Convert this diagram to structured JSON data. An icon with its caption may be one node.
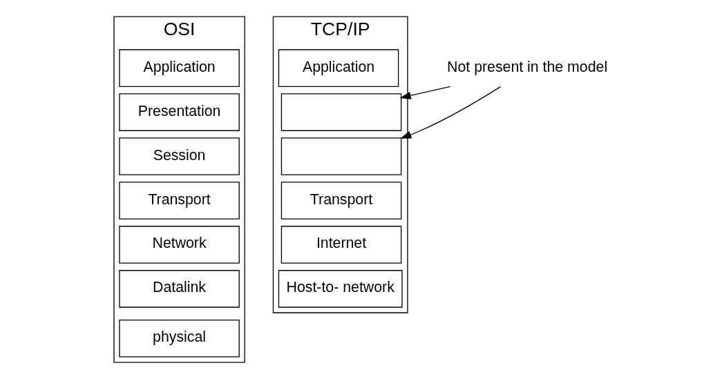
{
  "diagram": {
    "nodes": [
      {
        "text": [
          "OSI"
        ]
      },
      {
        "text": [
          "Application"
        ],
        "in": 0
      },
      {
        "text": [
          "Presentation"
        ],
        "in": 0
      },
      {
        "text": [
          "Session"
        ],
        "in": 0
      },
      {
        "text": [
          "Transport"
        ],
        "in": 0
      },
      {
        "text": [
          "Network"
        ],
        "in": 0
      },
      {
        "text": [
          "Datalink"
        ],
        "in": 0
      },
      {
        "text": [
          "physical"
        ],
        "in": 0
      },
      {
        "text": [
          "TCP/IP"
        ]
      },
      {
        "text": [
          "Application"
        ],
        "in": 8
      },
      {
        "text": [],
        "shape": "box",
        "in": 8
      },
      {
        "text": [],
        "shape": "box",
        "in": 8
      },
      {
        "text": [
          "Transport"
        ],
        "in": 8
      },
      {
        "text": [
          "Internet"
        ],
        "in": 8
      },
      {
        "text": [
          "Host-to- network"
        ],
        "in": 8
      },
      {
        "text": [
          "Not present in the model"
        ]
      }
    ],
    "edges": [
      {
        "from": 15,
        "to": 10,
        "arrow": "to"
      },
      {
        "from": 15,
        "to": 11,
        "arrow": "to"
      }
    ]
  }
}
